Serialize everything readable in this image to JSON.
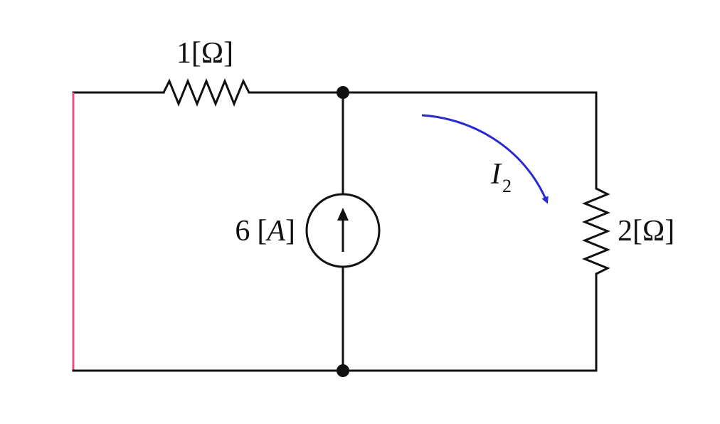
{
  "components": {
    "resistor_series": {
      "label": "1[Ω]"
    },
    "resistor_load": {
      "label": "2[Ω]"
    },
    "current_source": {
      "value": "6",
      "bracket_open": "[",
      "unit": "A",
      "bracket_close": "]"
    },
    "current_arrow": {
      "symbol": "I",
      "subscript": "2"
    }
  },
  "colors": {
    "wire": "#111111",
    "left_wire": "#e8508a",
    "current_arrow": "#2a2ad0"
  }
}
